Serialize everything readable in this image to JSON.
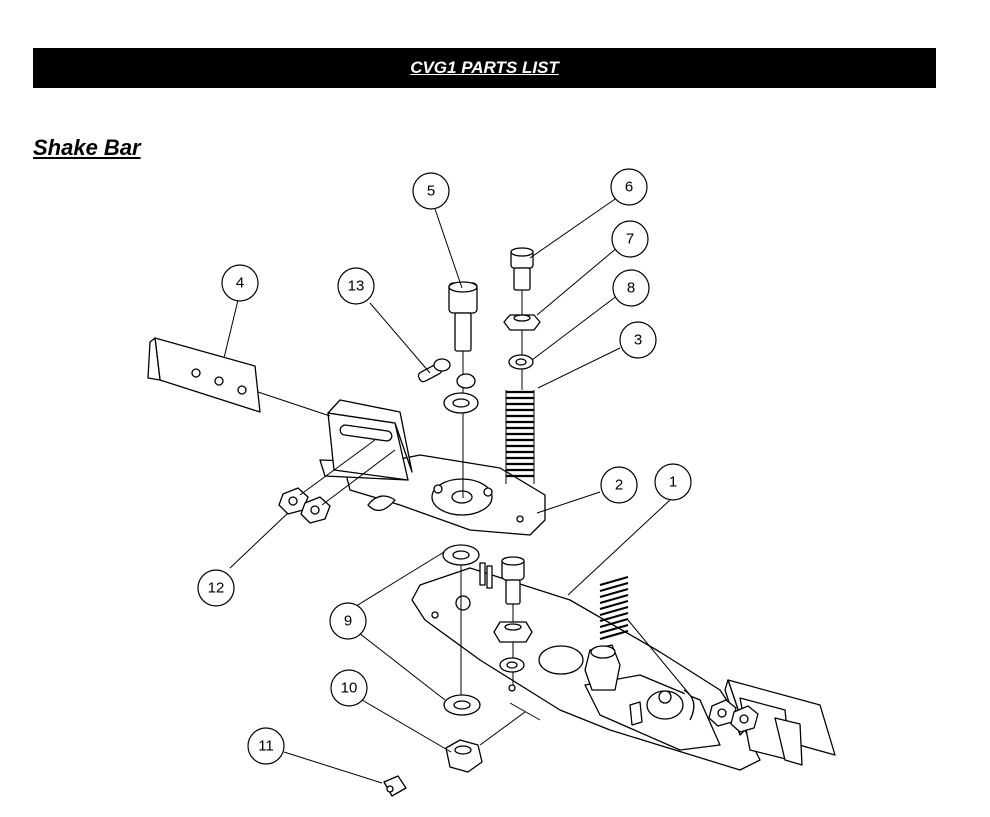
{
  "header": {
    "title": "CVG1 PARTS LIST"
  },
  "section": {
    "title": "Shake Bar"
  },
  "callouts": [
    "1",
    "2",
    "3",
    "4",
    "5",
    "6",
    "7",
    "8",
    "9",
    "10",
    "11",
    "12",
    "13"
  ]
}
